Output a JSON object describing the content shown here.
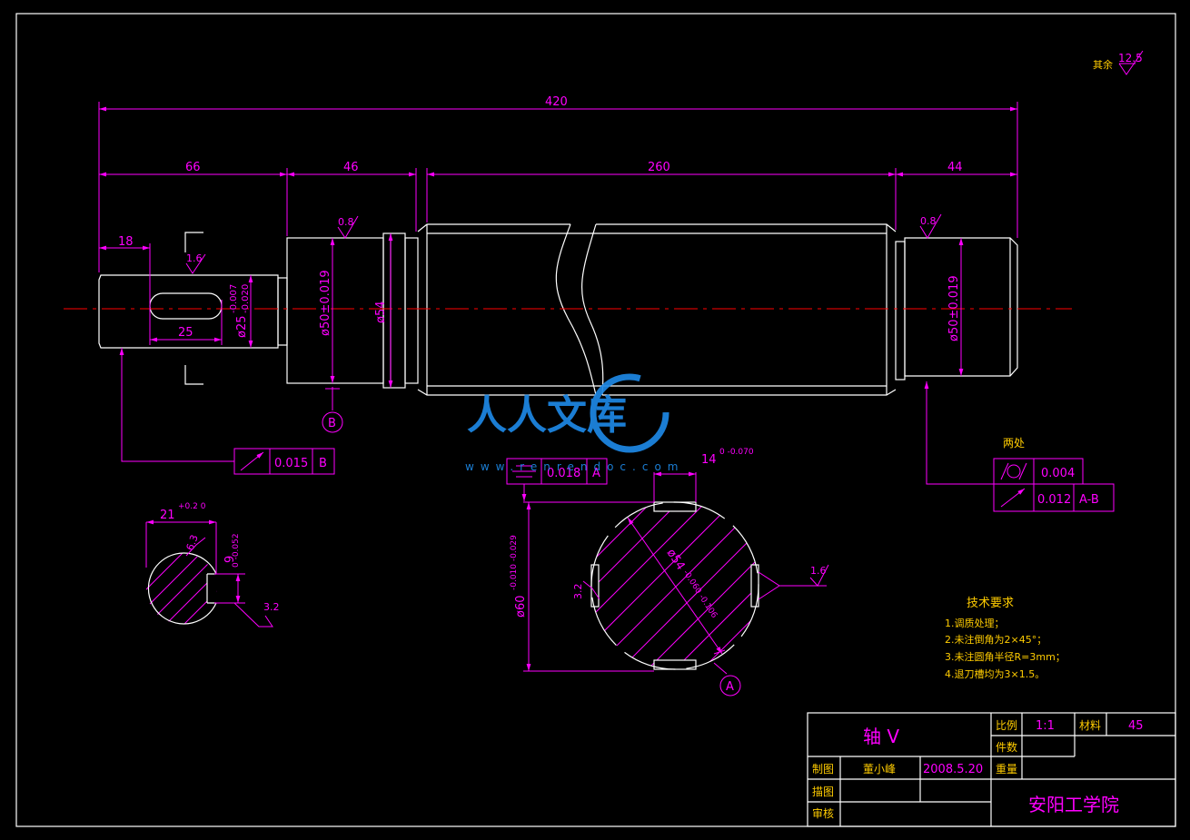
{
  "roughness_default": {
    "label": "其余",
    "value": "12.5"
  },
  "dims": {
    "total": "420",
    "seg1": "66",
    "seg2": "46",
    "seg3": "260",
    "seg4": "44",
    "key_offset": "18",
    "key_len": "25",
    "d25": "ø25",
    "d25_upper": "-0.007",
    "d25_lower": "-0.020",
    "d50_left": "ø50±0.019",
    "d54": "ø54",
    "d50_right": "ø50±0.019",
    "rough_key": "1.6",
    "rough_left": "0.8",
    "rough_right": "0.8"
  },
  "datums": {
    "b": "B",
    "a": "A"
  },
  "fcf_runout_b": {
    "value": "0.015",
    "datum": "B"
  },
  "fcf_sym_a": {
    "value": "0.018",
    "datum": "A"
  },
  "fcf_right": {
    "note": "两处",
    "cyl": "0.004",
    "runout": "0.012",
    "datum": "A-B"
  },
  "section_small": {
    "width": "21",
    "width_tol": "+0.2 0",
    "depth": "9",
    "depth_tol": "0 -0.052",
    "rough1": "6.3",
    "rough2": "3.2"
  },
  "section_big": {
    "keyway": "14",
    "keyway_tol": "0 -0.070",
    "d60": "ø60",
    "d60_tol": "-0.010 -0.029",
    "d54": "ø54",
    "d54_tol": "-0.060 -0.106",
    "rough1": "3.2",
    "rough2": "1.6"
  },
  "tech": {
    "title": "技术要求",
    "items": [
      "1.调质处理；",
      "2.未注倒角为2×45°；",
      "3.未注圆角半径R=3mm；",
      "4.退刀槽均为3×1.5。"
    ]
  },
  "title_block": {
    "part_name": "轴    V",
    "scale_label": "比例",
    "scale_value": "1:1",
    "material_label": "材料",
    "material_value": "45",
    "qty_label": "件数",
    "drawn_label": "制图",
    "drawn_name": "董小峰",
    "drawn_date": "2008.5.20",
    "weight_label": "重量",
    "traced_label": "描图",
    "checked_label": "审核",
    "school": "安阳工学院"
  },
  "watermark": {
    "text": "人人文库",
    "url": "www.renrendoc.com"
  },
  "colors": {
    "outline": "#ffffff",
    "dimension": "#ff00ff",
    "centerline": "#ff0000",
    "watermark": "#1e88e5"
  }
}
